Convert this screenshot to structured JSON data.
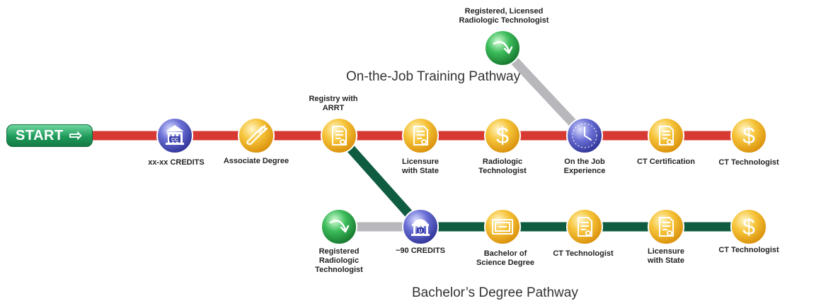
{
  "start": {
    "label": "START",
    "arrow": "⇨"
  },
  "pathways": {
    "ojt_title": "On-the-Job Training Pathway",
    "bachelor_title": "Bachelor’s Degree Pathway"
  },
  "colors": {
    "main_line": "#d63a32",
    "bachelor_line": "#0f5c40",
    "gray_line": "#b8b8bc",
    "gold": "#f4b41a",
    "blue": "#5a5fc7",
    "green": "#2fa84f"
  },
  "nodes": {
    "credits": {
      "icon": "college-building-icon",
      "line1": "xx-xx CREDITS",
      "line2": ""
    },
    "associate": {
      "icon": "diploma-scroll-icon",
      "line1": "Associate Degree",
      "line2": ""
    },
    "registry": {
      "icon": "document-icon",
      "line1": "Registry with",
      "line2": "ARRT"
    },
    "licensure1": {
      "icon": "document-icon",
      "line1": "Licensure",
      "line2": "with State"
    },
    "radtech": {
      "icon": "dollar-icon",
      "line1": "Radiologic",
      "line2": "Technologist"
    },
    "ojt": {
      "icon": "clock-icon",
      "line1": "On the Job",
      "line2": "Experience"
    },
    "ctcert": {
      "icon": "document-icon",
      "line1": "CT Certification",
      "line2": ""
    },
    "ct1": {
      "icon": "dollar-icon",
      "line1": "CT Technologist",
      "line2": ""
    },
    "regLicensed": {
      "icon": "curved-arrow-icon",
      "line1": "Registered, Licensed",
      "line2": "Radiologic Technologist"
    },
    "regRad": {
      "icon": "curved-arrow-icon",
      "line1": "Registered",
      "line2": "Radiologic",
      "line3": "Technologist"
    },
    "credits90": {
      "icon": "university-building-icon",
      "line1": "~90 CREDITS",
      "line2": ""
    },
    "bachelor": {
      "icon": "certificate-icon",
      "line1": "Bachelor of",
      "line2": "Science Degree"
    },
    "ct2": {
      "icon": "document-icon",
      "line1": "CT Technologist",
      "line2": ""
    },
    "licensure2": {
      "icon": "document-icon",
      "line1": "Licensure",
      "line2": "with State"
    },
    "ct3": {
      "icon": "dollar-icon",
      "line1": "CT Technologist",
      "line2": ""
    }
  }
}
